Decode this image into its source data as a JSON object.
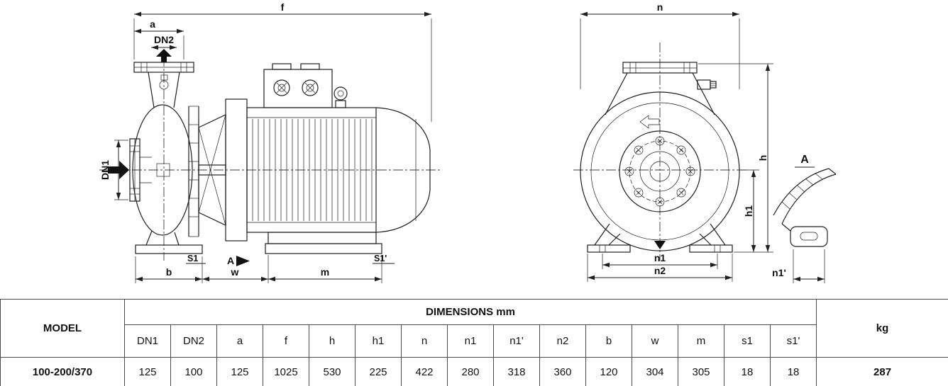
{
  "drawing": {
    "left_view": {
      "dim_f": "f",
      "dim_a": "a",
      "dn2": "DN2",
      "dn1": "DN1",
      "s1": "S1",
      "s1_prime": "S1'",
      "view_arrow": "A",
      "dim_b": "b",
      "dim_w": "w",
      "dim_m": "m"
    },
    "front_view": {
      "dim_n": "n",
      "dim_h": "h",
      "dim_h1": "h1",
      "dim_n1": "n1",
      "dim_n2": "n2"
    },
    "detail_view": {
      "label": "A",
      "dim_n1_prime": "n1'"
    }
  },
  "table": {
    "group_header": "DIMENSIONS mm",
    "model_header": "MODEL",
    "weight_header": "kg",
    "columns": [
      "DN1",
      "DN2",
      "a",
      "f",
      "h",
      "h1",
      "n",
      "n1",
      "n1'",
      "n2",
      "b",
      "w",
      "m",
      "s1",
      "s1'"
    ],
    "row": {
      "model": "100-200/370",
      "values": [
        "125",
        "100",
        "125",
        "1025",
        "530",
        "225",
        "422",
        "280",
        "318",
        "360",
        "120",
        "304",
        "305",
        "18",
        "18"
      ],
      "weight": "287"
    }
  },
  "colors": {
    "line": "#1f1f1f",
    "table_border": "#4a4a4a"
  }
}
